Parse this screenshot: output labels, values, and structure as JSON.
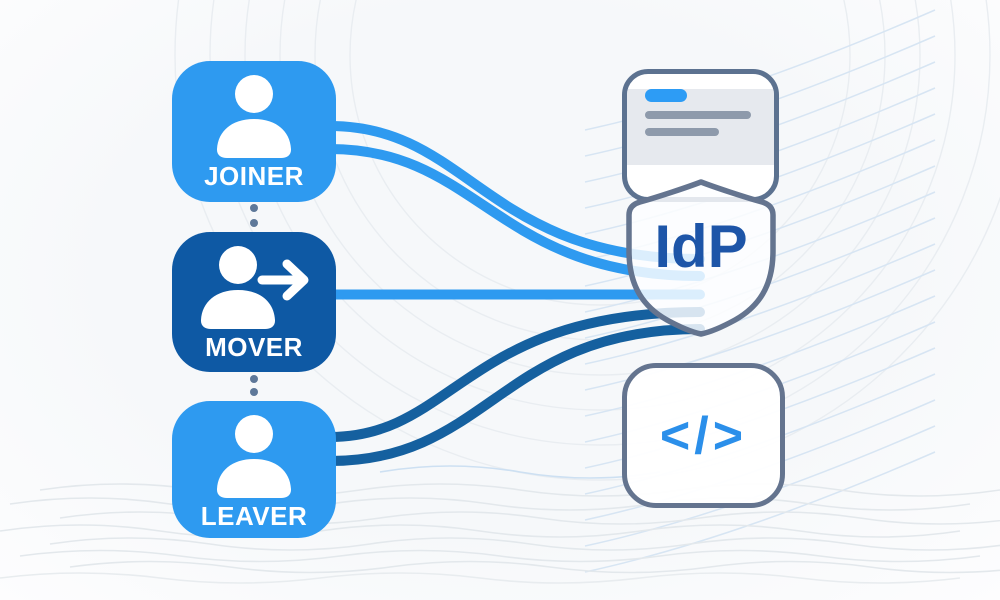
{
  "nodes": [
    {
      "id": "joiner",
      "label": "JOINER",
      "variant": "light",
      "icon": "person-icon"
    },
    {
      "id": "mover",
      "label": "MOVER",
      "variant": "dark",
      "icon": "person-arrow-icon"
    },
    {
      "id": "leaver",
      "label": "LEAVER",
      "variant": "light",
      "icon": "person-icon"
    }
  ],
  "idp": {
    "label": "IdP",
    "icon": "shield-icon"
  },
  "identity_card": {
    "icon": "id-card-icon",
    "elements": [
      "blue-pill",
      "text-line",
      "text-line"
    ]
  },
  "code": {
    "label": "</>",
    "icon": "code-icon"
  },
  "flows": [
    {
      "from": "joiner",
      "to": "idp",
      "color": "#2E9AF0"
    },
    {
      "from": "joiner",
      "to": "idp",
      "color": "#2E9AF0"
    },
    {
      "from": "mover",
      "to": "idp",
      "color": "#2E9AF0"
    },
    {
      "from": "leaver",
      "to": "idp",
      "color": "#15609F"
    },
    {
      "from": "leaver",
      "to": "idp",
      "color": "#15609F"
    }
  ],
  "colors": {
    "node_light_blue": "#2E9AF0",
    "node_dark_blue": "#0E59A4",
    "flow_light": "#2E9AF0",
    "flow_dark": "#15609F",
    "outline_slate": "#64748F",
    "idp_text": "#1D55A8",
    "code_glyph": "#2B8FEA",
    "dot": "#5E7899",
    "card_header": "#E6E9EE",
    "card_gray_line": "#8E9AAB",
    "background": "#F7F9FB"
  }
}
